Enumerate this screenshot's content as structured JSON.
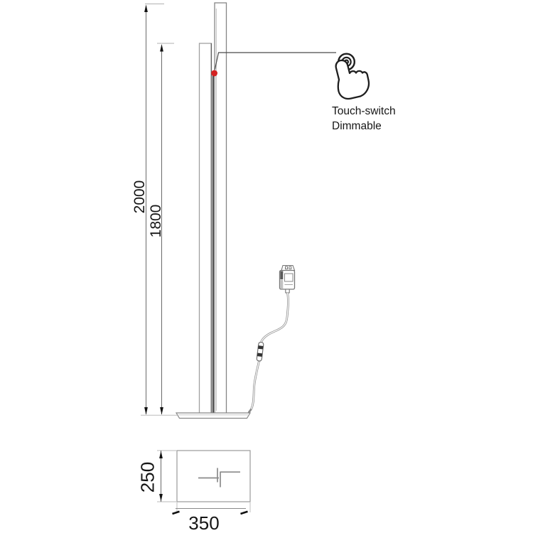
{
  "diagram": {
    "type": "product-dimension-drawing",
    "subject": "floor-lamp-with-touch-switch",
    "annotations": {
      "touch_switch_line1": "Touch-switch",
      "touch_switch_line2": "Dimmable"
    },
    "dimensions": {
      "overall_height": "2000",
      "inner_pole_height": "1800",
      "base_depth": "250",
      "base_width": "350"
    },
    "icons": {
      "touch_gesture": "touch-gesture-icon",
      "power_adapter": "power-adapter-icon"
    },
    "colors": {
      "outline_gray": "#8c8c8c",
      "dark_line": "#3a3a3a",
      "dimension_line": "#5a5a5a",
      "text": "#161616",
      "touch_indicator_red": "#d42222",
      "background": "#ffffff"
    },
    "views": {
      "front_view_present": true,
      "base_plan_view_present": true
    }
  }
}
